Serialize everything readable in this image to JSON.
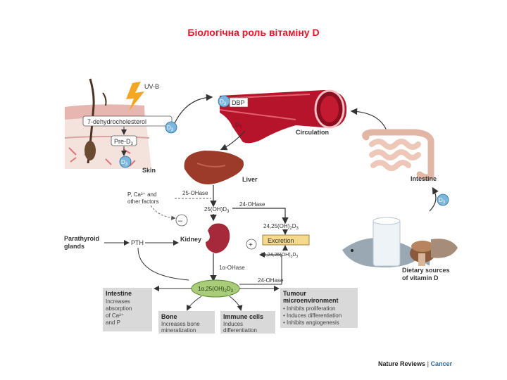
{
  "title": "Біологічна роль вітаміну D",
  "colors": {
    "title": "#e3162b",
    "artery": "#c8102e",
    "liver": "#9c3b2a",
    "box": "#d9d9d9",
    "text": "#333333"
  },
  "labels": {
    "uvb": "UV-B",
    "dehydro": "7-dehydrocholesterol",
    "pre_d3": "Pre-D",
    "skin": "Skin",
    "d3": "D",
    "dbp": "DBP",
    "circulation": "Circulation",
    "intestine_organ": "Intestine",
    "liver": "Liver",
    "p_ca_1": "P, Ca²⁺ and",
    "p_ca_2": "other factors",
    "ohase25": "25-OHase",
    "oh25d3": "25(OH)D",
    "ohase24_top": "24-OHase",
    "d24_25": "24,25(OH)",
    "excretion": "Excretion",
    "d1_24_25": "1α,24,25(OH)",
    "parathyroid_1": "Parathyroid",
    "parathyroid_2": "glands",
    "pth": "PTH",
    "kidney": "Kidney",
    "ohase1a": "1α-OHase",
    "ohase24_bottom": "24-OHase",
    "calcitriol": "1α,25(OH)",
    "dietary_1": "Dietary sources",
    "dietary_2": "of vitamin D",
    "minus": "–",
    "plus": "+"
  },
  "boxes": {
    "intestine": {
      "title": "Intestine",
      "lines": [
        "Increases",
        "absorption",
        "of Ca²⁺",
        "and P"
      ]
    },
    "bone": {
      "title": "Bone",
      "lines": [
        "Increases bone",
        "mineralization"
      ]
    },
    "immune": {
      "title": "Immune cells",
      "lines": [
        "Induces",
        "differentiation"
      ]
    },
    "tumour": {
      "title_1": "Tumour",
      "title_2": "microenvironment",
      "lines": [
        "• Inhibits proliferation",
        "• Induces differentiation",
        "• Inhibits angiogenesis"
      ]
    }
  },
  "credit": {
    "brand": "Nature Reviews",
    "sep": " | ",
    "journal": "Cancer"
  }
}
